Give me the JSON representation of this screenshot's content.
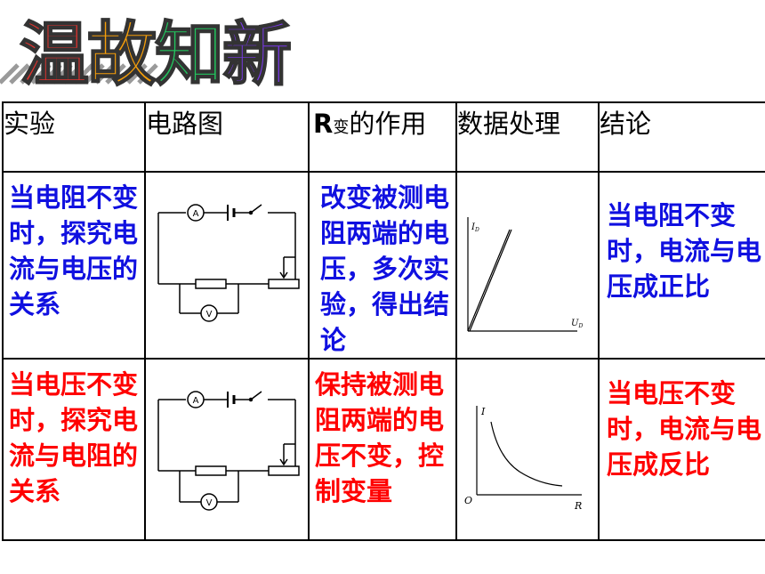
{
  "title": {
    "chars": [
      "温",
      "故",
      "知",
      "新"
    ],
    "colors": [
      "#e3342f",
      "#f59e0b",
      "#22c55e",
      "#7c3aed"
    ]
  },
  "table": {
    "headers": {
      "experiment": "实验",
      "circuit": "电路图",
      "r_prefix": "R",
      "r_sub": "变",
      "r_suffix": "的作用",
      "data": "数据处理",
      "conclusion": "结论"
    },
    "row1": {
      "experiment": "当电阻不变时，探究电流与电压的关系",
      "role": "改变被测电阻两端的电压，多次实验，得出结论",
      "conclusion": "当电阻不变时，电流与电压成正比",
      "ammeter": "A",
      "voltmeter": "V",
      "graph_y": "I",
      "graph_y_sub": "D",
      "graph_x": "U",
      "graph_x_sub": "D"
    },
    "row2": {
      "experiment": "当电压不变时，探究电流与电阻的关系",
      "role": "保持被测电阻两端的电压不变，控制变量",
      "conclusion": "当电压不变时，电流与电压成反比",
      "ammeter": "A",
      "voltmeter": "V",
      "graph_y": "I",
      "graph_x": "R",
      "graph_origin": "O"
    }
  },
  "colors": {
    "row1_text": "#1010e0",
    "row2_text": "#ff0000"
  }
}
